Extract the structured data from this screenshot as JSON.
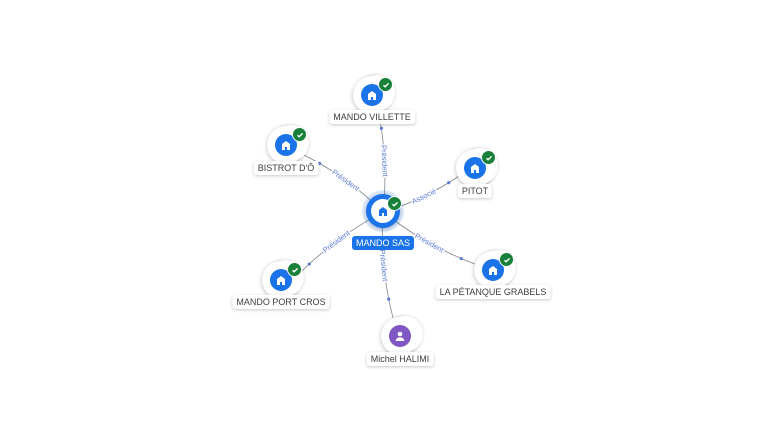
{
  "center": {
    "name": "MANDO SAS",
    "icon": "building-icon",
    "verified": true
  },
  "relations": [
    {
      "role": "Président",
      "target": {
        "name": "MANDO VILLETTE",
        "icon": "building-icon",
        "verified": true
      }
    },
    {
      "role": "Président",
      "target": {
        "name": "BISTROT D'Ô",
        "icon": "building-icon",
        "verified": true
      }
    },
    {
      "role": "Associé",
      "target": {
        "name": "PITOT",
        "icon": "building-icon",
        "verified": true
      }
    },
    {
      "role": "Président",
      "target": {
        "name": "LA PÉTANQUE GRABELS",
        "icon": "building-icon",
        "verified": true
      }
    },
    {
      "role": "Président",
      "target": {
        "name": "MANDO PORT CROS",
        "icon": "building-icon",
        "verified": true
      }
    },
    {
      "role": "Président",
      "target": {
        "name": "Michel HALIMI",
        "icon": "person-icon",
        "verified": false
      }
    }
  ],
  "colors": {
    "accent": "#1a73e8",
    "verified": "#188038",
    "person": "#7e57c2",
    "edge": "#80868b",
    "edge_label": "#5b7bd5"
  }
}
